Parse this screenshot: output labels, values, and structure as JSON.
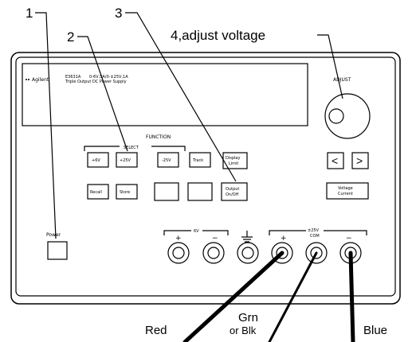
{
  "callouts": {
    "c1": "1",
    "c2": "2",
    "c3": "3",
    "c4": "4,adjust voltage"
  },
  "panel": {
    "brand": "Agilent",
    "model": "E3631A",
    "rating": "0-6V,5A/0-±25V,1A",
    "description": "Triple Output DC Power Supply",
    "adjust_label": "ADJUST",
    "function_label": "FUNCTION",
    "select_label": "SELECT",
    "power_label": "Power"
  },
  "buttons": {
    "p6v": "+6V",
    "p25v": "+25V",
    "n25v": "-25V",
    "track": "Track",
    "display_line1": "Display",
    "display_line2": "Limit",
    "recall": "Recall",
    "store": "Store",
    "output_line1": "Output",
    "output_line2": "On/Off",
    "vc_line1": "Voltage",
    "vc_line2": "Current",
    "left_arrow": "<",
    "right_arrow": ">"
  },
  "terminals": {
    "group_6v": "6V",
    "group_25v": "±25V",
    "com": "COM",
    "plus": "+",
    "minus": "−",
    "ground": "⏚"
  },
  "wires": {
    "red": "Red",
    "grn": "Grn",
    "or_blk": "or Blk",
    "blue": "Blue"
  }
}
